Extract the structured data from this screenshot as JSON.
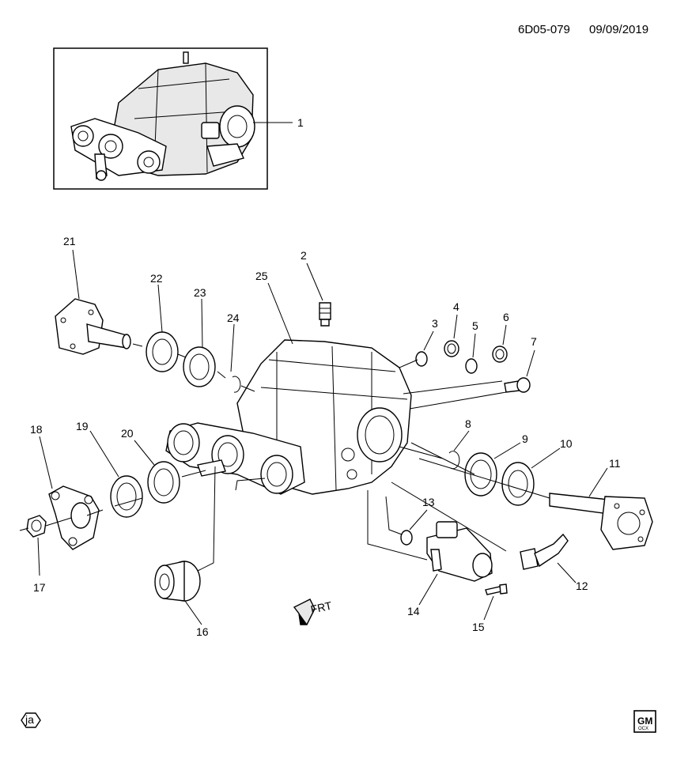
{
  "header": {
    "ref": "6D05-079",
    "date": "09/09/2019"
  },
  "callouts": [
    "1",
    "2",
    "3",
    "4",
    "5",
    "6",
    "7",
    "8",
    "9",
    "10",
    "11",
    "12",
    "13",
    "14",
    "15",
    "16",
    "17",
    "18",
    "19",
    "20",
    "21",
    "22",
    "23",
    "24",
    "25"
  ],
  "direction_label": "FRT",
  "footer": {
    "badge": "ja",
    "logo_text": "GM",
    "logo_subtext": "OCX"
  },
  "colors": {
    "ink": "#000000",
    "background": "#ffffff",
    "shade": "#e8e8e8"
  }
}
